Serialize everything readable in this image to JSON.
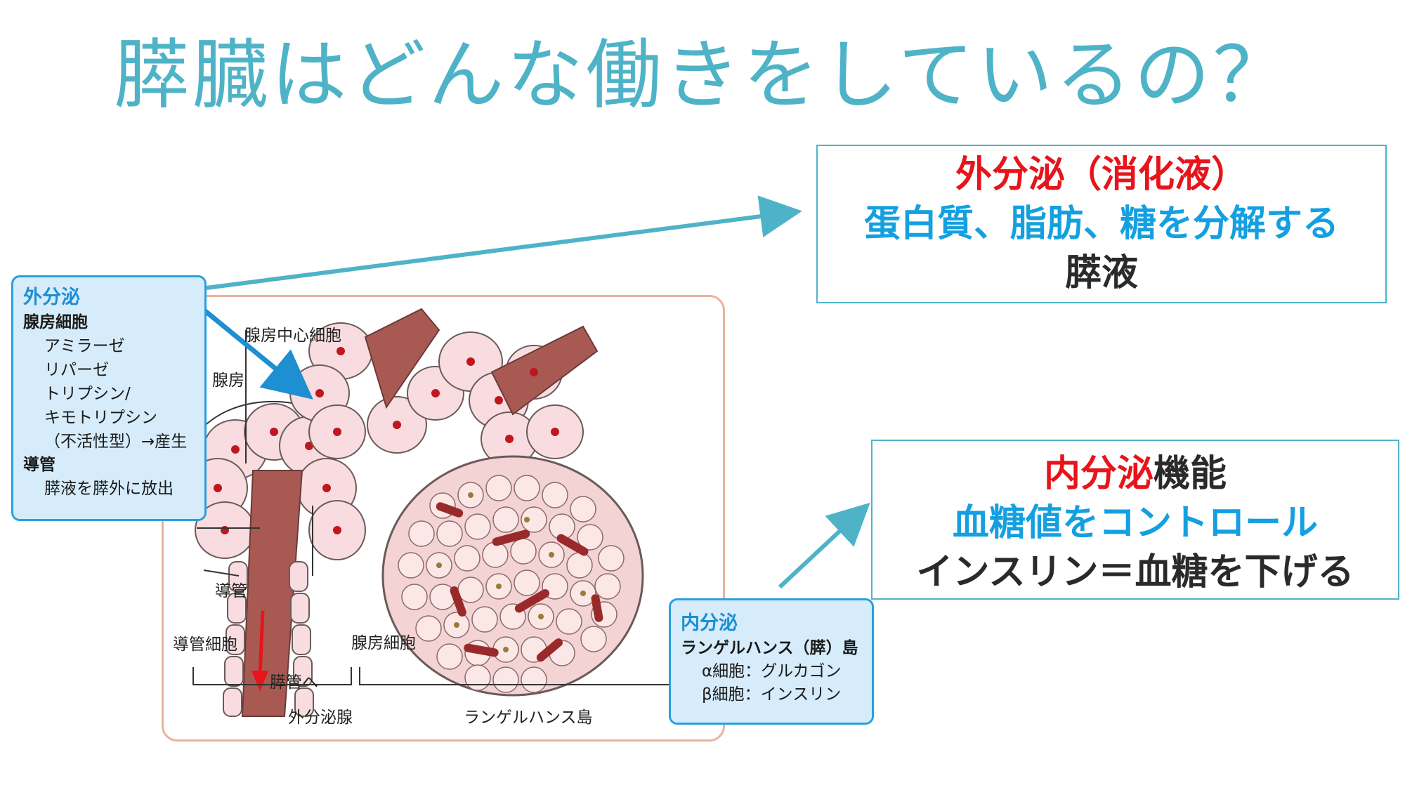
{
  "title": "膵臓はどんな働きをしているの？",
  "exocrine_box": {
    "line1": "外分泌（消化液）",
    "line2": "蛋白質、脂肪、糖を分解する",
    "line3": "膵液"
  },
  "endocrine_box": {
    "line1_red": "内分泌",
    "line1_dark": "機能",
    "line2": "血糖値をコントロール",
    "line3": "インスリン＝血糖を下げる"
  },
  "exocrine_callout": {
    "heading": "外分泌",
    "section1": "腺房細胞",
    "items": [
      "アミラーゼ",
      "リパーゼ",
      "トリプシン/",
      "キモトリプシン",
      "（不活性型）→産生"
    ],
    "section2": "導管",
    "section2_item": "膵液を膵外に放出"
  },
  "endocrine_callout": {
    "heading": "内分泌",
    "section": "ランゲルハンス（膵）島",
    "items": [
      "α細胞：グルカゴン",
      "β細胞：インスリン"
    ]
  },
  "diagram_labels": {
    "acinar_center_cell": "腺房中心細胞",
    "acinus": "腺房",
    "duct": "導管",
    "duct_cell": "導管細胞",
    "acinar_cell": "腺房細胞",
    "to_pancreatic_duct": "膵管へ",
    "exocrine_gland": "外分泌腺",
    "langerhans_islet": "ランゲルハンス島"
  },
  "colors": {
    "title": "#4fb3c8",
    "accent_red": "#e8141b",
    "accent_blue": "#14a0e0",
    "callout_fill": "#d6ecfb",
    "callout_border": "#2aa0dc"
  }
}
